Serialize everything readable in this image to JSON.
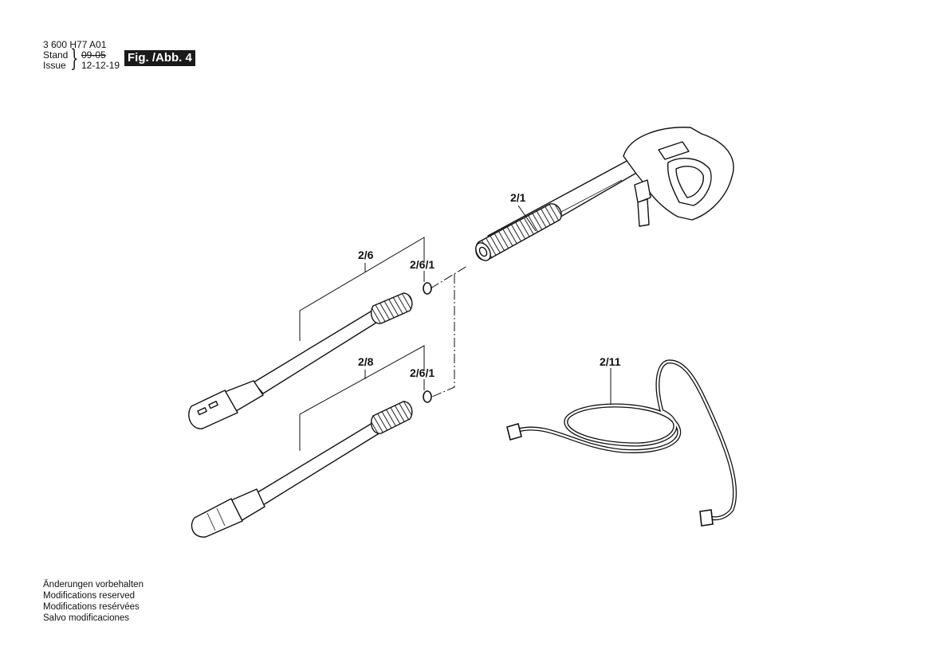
{
  "header": {
    "part_number": "3 600 H77 A01",
    "stand_label": "Stand",
    "issue_label": "Issue",
    "old_date": "09-05",
    "new_date": "12-12-19",
    "figure_label": "Fig. /Abb. 4"
  },
  "callouts": {
    "gun": "2/1",
    "lance_upper": "2/6",
    "oring_upper": "2/6/1",
    "lance_lower": "2/8",
    "oring_lower": "2/6/1",
    "hose": "2/11"
  },
  "footer": {
    "line_de": "Änderungen vorbehalten",
    "line_en": "Modifications reserved",
    "line_fr": "Modifications resérvées",
    "line_es": "Salvo modificaciones"
  }
}
